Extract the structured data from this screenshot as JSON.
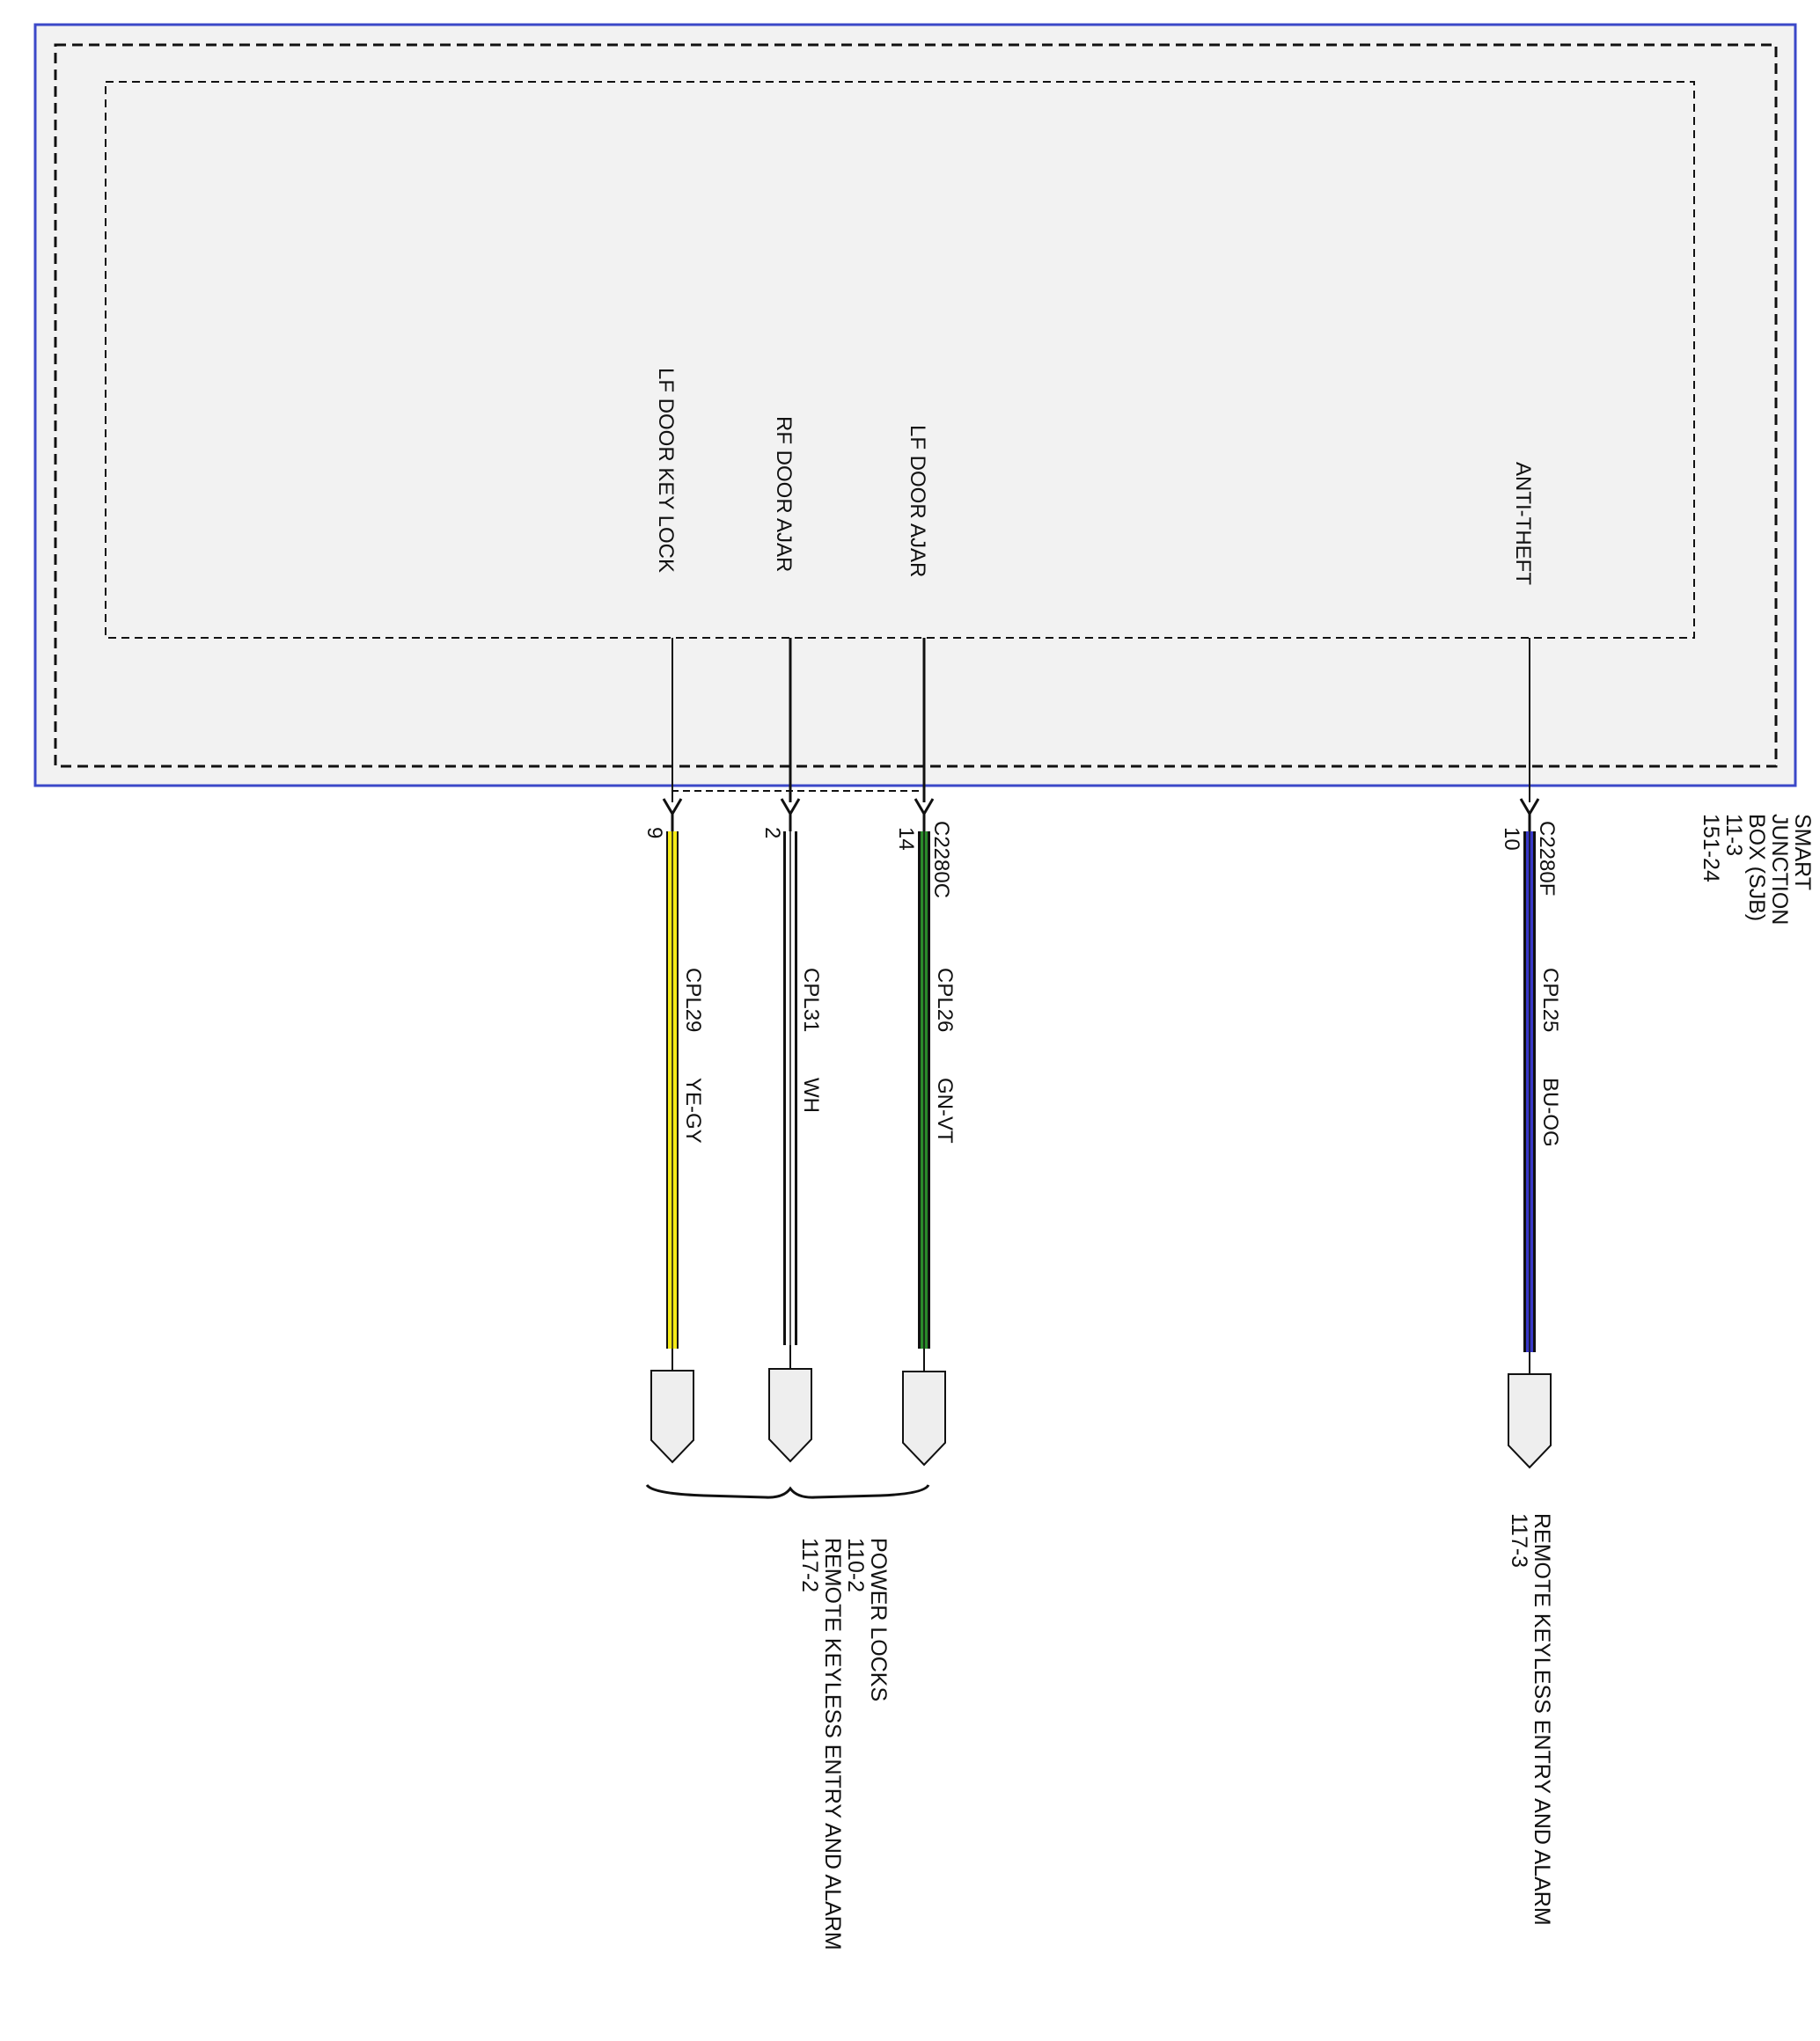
{
  "module": {
    "name_lines": [
      "SMART",
      "JUNCTION",
      "BOX (SJB)",
      "11-3",
      "151-24"
    ],
    "border_color": "#3b48c8",
    "fill_color": "#f2f2f2"
  },
  "circuits": [
    {
      "id": "lf-door-key-lock",
      "function": "LF DOOR KEY LOCK",
      "pin": "9",
      "connector": "",
      "circuit": "CPL29",
      "wire_color": "YE-GY",
      "stripe": [
        "#f5ec17",
        "#f5ec17"
      ],
      "dest_group": 0
    },
    {
      "id": "rf-door-ajar",
      "function": "RF DOOR AJAR",
      "pin": "2",
      "connector": "",
      "circuit": "CPL31",
      "wire_color": "WH",
      "stripe": [
        "#ffffff",
        "#ffffff"
      ],
      "dest_group": 0
    },
    {
      "id": "lf-door-ajar",
      "function": "LF DOOR AJAR",
      "pin": "14",
      "connector": "C2280C",
      "circuit": "CPL26",
      "wire_color": "GN-VT",
      "stripe": [
        "#2a8a2a",
        "#2a8a2a"
      ],
      "dest_group": 0
    },
    {
      "id": "anti-theft",
      "function": "ANTI-THEFT",
      "pin": "10",
      "connector": "C2280F",
      "circuit": "CPL25",
      "wire_color": "BU-OG",
      "stripe": [
        "#3838c8",
        "#3838c8"
      ],
      "dest_group": 1
    }
  ],
  "destinations": [
    {
      "lines": [
        "POWER LOCKS",
        "110-2",
        "REMOTE KEYLESS ENTRY AND ALARM",
        "117-2"
      ]
    },
    {
      "lines": [
        "REMOTE KEYLESS ENTRY AND ALARM",
        "117-3"
      ]
    }
  ]
}
